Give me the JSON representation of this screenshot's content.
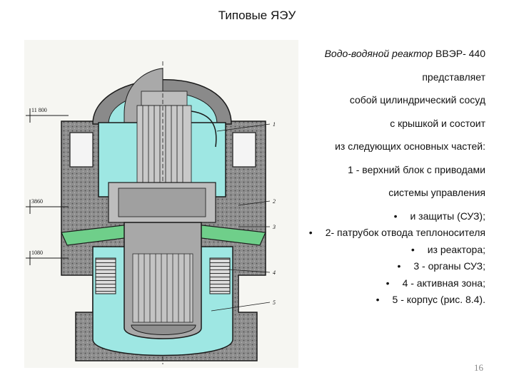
{
  "slide": {
    "title": "Типовые ЯЭУ",
    "page_number": "16"
  },
  "description": {
    "intro_italic": "Водо-водяной реактор",
    "intro_rest": " ВВЭР- 440",
    "lines": [
      "представляет",
      "собой цилиндрический сосуд",
      "с крышкой и состоит",
      "из следующих основных частей:",
      "1 - верхний блок с приводами",
      "системы управления"
    ],
    "bullets": [
      "и защиты (СУЗ);",
      "2- патрубок отвода теплоносителя",
      "из реактора;",
      "3 - органы СУЗ;",
      "4 - активная зона;",
      "5 - корпус  (рис. 8.4)."
    ]
  },
  "diagram": {
    "elevation_labels": [
      "11 800",
      "3860",
      "1080"
    ],
    "part_labels": [
      "1",
      "2",
      "3",
      "4",
      "5"
    ],
    "colors": {
      "coolant": "#9ee7e3",
      "concrete": "#8c8c8c",
      "steel": "#bdbdbd",
      "nozzle": "#8fe0a9",
      "outline": "#1a1a1a",
      "shield_green": "#6fcf8a"
    }
  }
}
